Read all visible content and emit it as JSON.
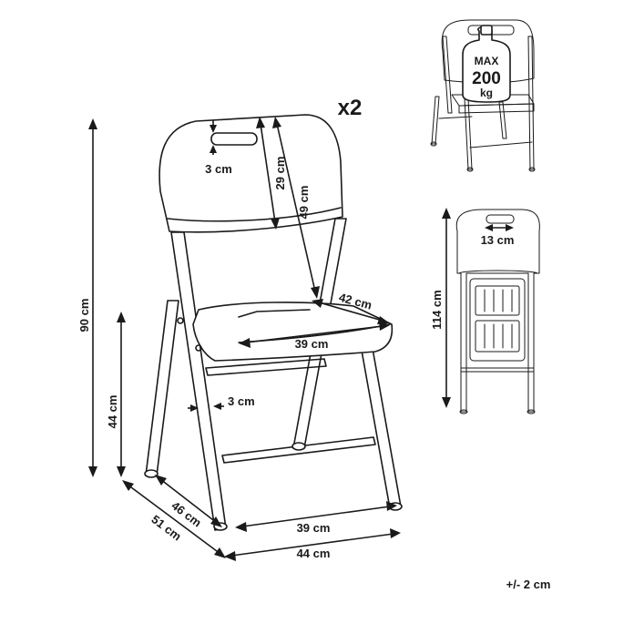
{
  "quantity": "x2",
  "dimensions": {
    "overall_height": "90 cm",
    "seat_height": "44 cm",
    "depth_seat": "46 cm",
    "depth_overall": "51 cm",
    "front_leg_span": "39 cm",
    "overall_width": "44 cm",
    "seat_width": "39 cm",
    "seat_depth": "42 cm",
    "backrest_height": "29 cm",
    "backrest_total": "49 cm",
    "handle_height": "3 cm",
    "tube_diameter": "3 cm",
    "folded_height": "114 cm",
    "handle_width": "13 cm"
  },
  "load": {
    "max_label": "MAX",
    "max_value": "200",
    "unit": "kg"
  },
  "tolerance": "+/- 2 cm"
}
